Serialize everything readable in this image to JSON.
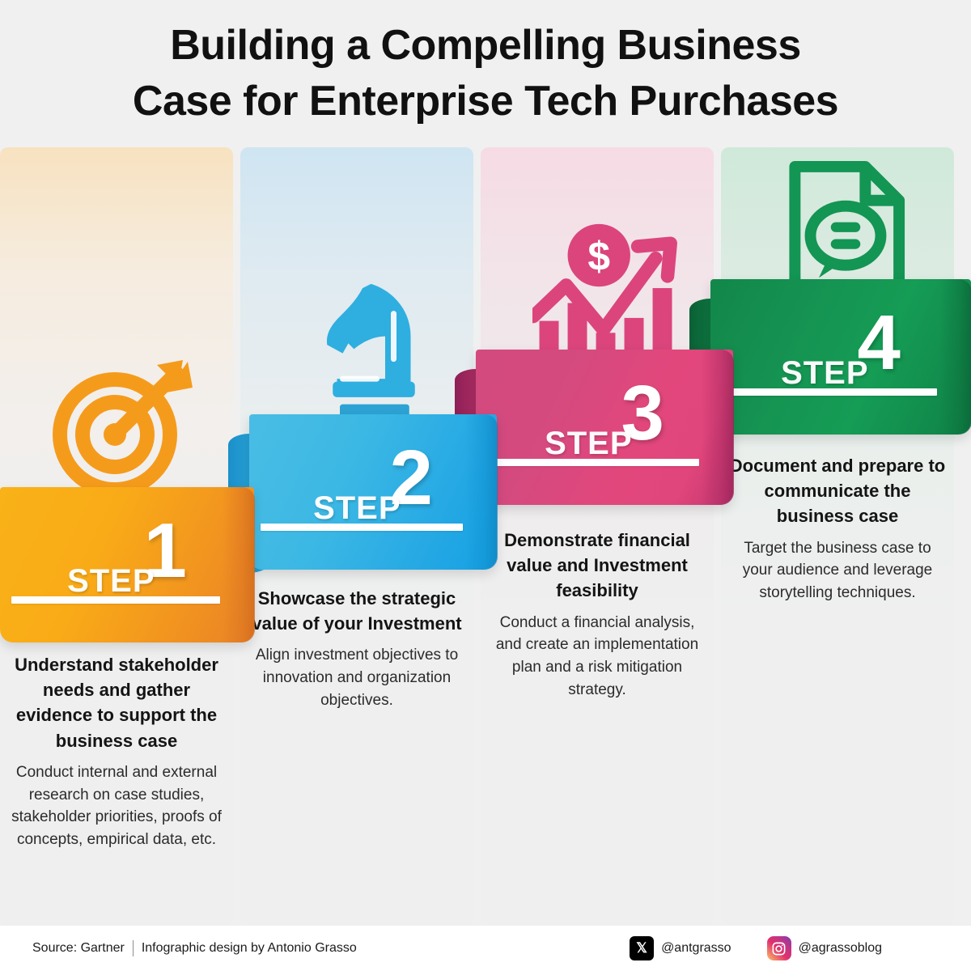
{
  "title": {
    "line1": "Building a Compelling Business",
    "line2": "Case for Enterprise Tech Purchases"
  },
  "step_word": "STEP",
  "steps": [
    {
      "number": "1",
      "icon": "target-arrow-icon",
      "heading": "Understand stakeholder needs and gather evidence to support the business case",
      "body": "Conduct internal and external research on case studies, stakeholder priorities, proofs of concepts, empirical data, etc.",
      "color": "#F9A61A",
      "tint": "#F7E2C0"
    },
    {
      "number": "2",
      "icon": "chess-knight-icon",
      "heading": "Showcase the strategic value of your Investment",
      "body": "Align investment objectives to innovation and organization objectives.",
      "color": "#29A9E1",
      "tint": "#CFE5F2"
    },
    {
      "number": "3",
      "icon": "growth-chart-dollar-icon",
      "heading": "Demonstrate financial value and Investment feasibility",
      "body": "Conduct a financial analysis, and create an implementation plan and a risk mitigation strategy.",
      "color": "#DB457C",
      "tint": "#F6DBE4"
    },
    {
      "number": "4",
      "icon": "document-speech-bubble-icon",
      "heading": "Document and prepare to communicate the business case",
      "body": "Target the business case to your audience and leverage storytelling techniques.",
      "color": "#139553",
      "tint": "#CFE9D9"
    }
  ],
  "footer": {
    "source": "Source: Gartner",
    "credit": "Infographic design by Antonio Grasso",
    "socials": [
      {
        "icon": "x-twitter-icon",
        "handle": "@antgrasso"
      },
      {
        "icon": "instagram-icon",
        "handle": "@agrassoblog"
      }
    ]
  }
}
